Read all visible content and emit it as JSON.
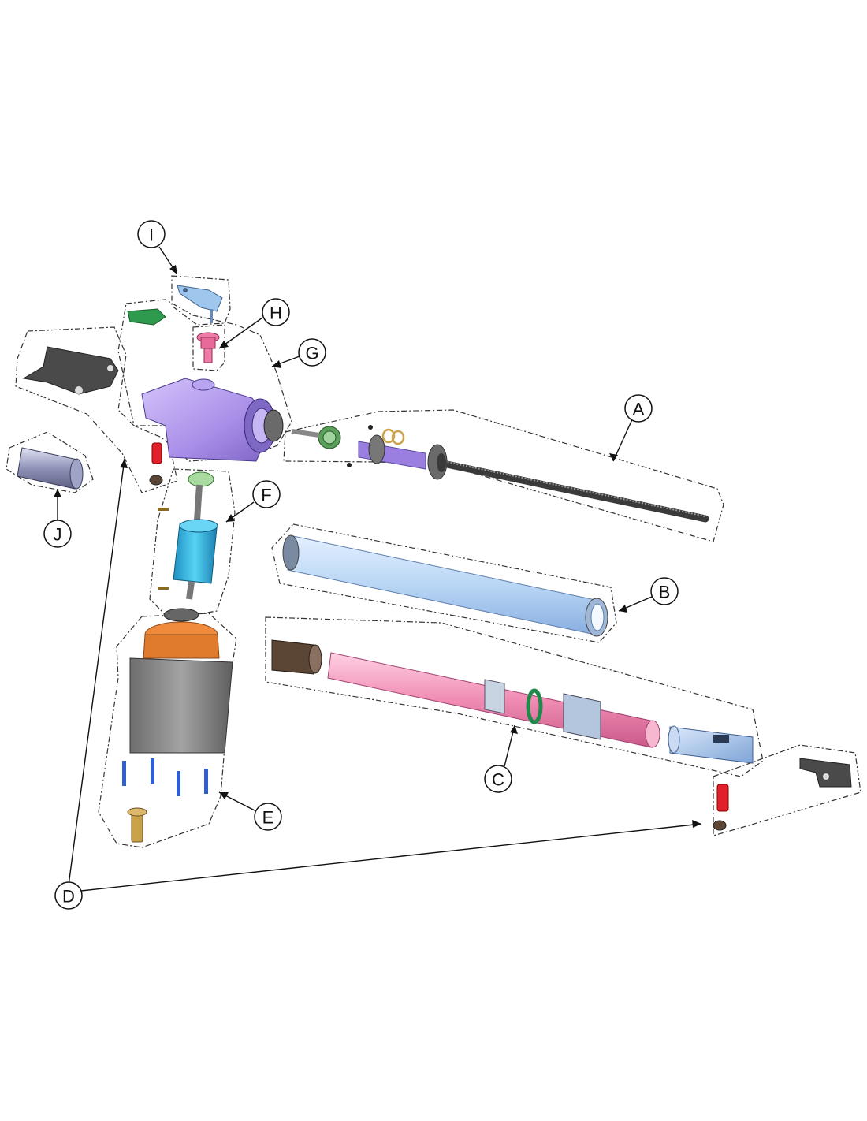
{
  "callouts": {
    "a": "A",
    "b": "B",
    "c": "C",
    "d": "D",
    "e": "E",
    "f": "F",
    "g": "G",
    "h": "H",
    "i": "I",
    "j": "J"
  },
  "colors": {
    "housing": "#a98ee8",
    "tube_outer": "#b9d6f5",
    "tube_inner": "#f08cb4",
    "motor": "#35b8e0",
    "gearbox_cap": "#f08a3c",
    "gearbox_body": "#8a8a8a",
    "cap_green": "#2e9a4e",
    "handle": "#9fc6ec",
    "pin_pink": "#f07aa8",
    "pin_red": "#e0202a",
    "bracket": "#4a4a4a",
    "shaft": "#555555",
    "rod_end": "#a9c9ee",
    "nut_brown": "#5b4636",
    "screw_blue": "#2f5fd0",
    "screw_gold": "#c9a24a"
  }
}
